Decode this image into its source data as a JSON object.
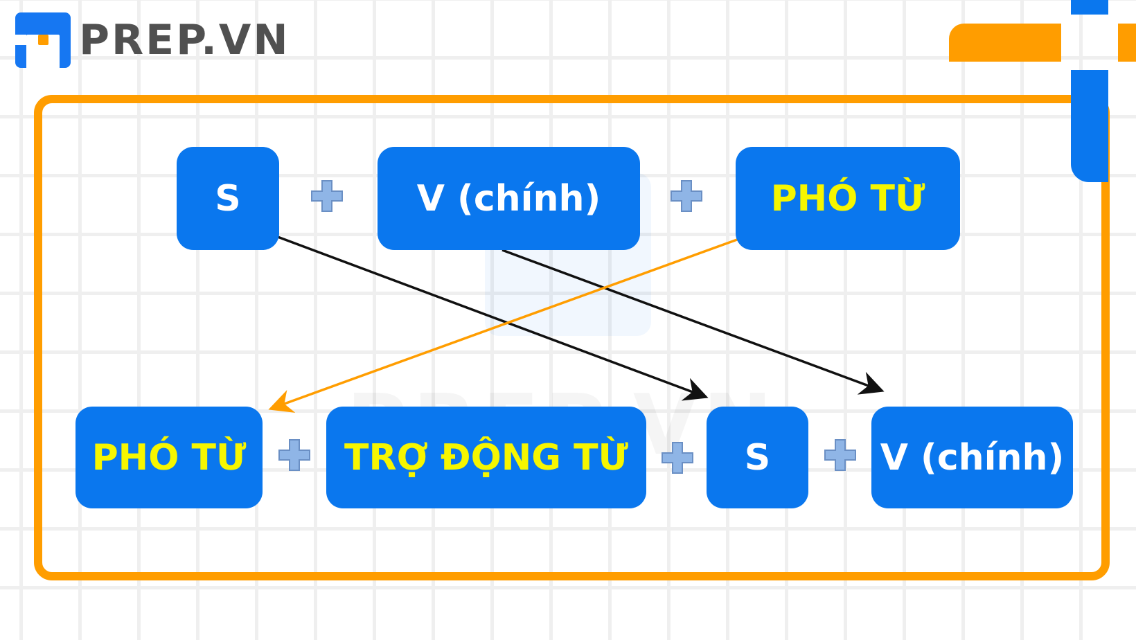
{
  "logo": {
    "text": "PREP.VN"
  },
  "watermark": {
    "text": "PREP.VN"
  },
  "colors": {
    "blue": "#0a77ee",
    "orange": "#ff9d00",
    "yellow": "#f6f600"
  },
  "row1": [
    {
      "label": "S",
      "color": "white"
    },
    {
      "label": "V (chính)",
      "color": "white"
    },
    {
      "label": "PHÓ TỪ",
      "color": "yellow"
    }
  ],
  "row2": [
    {
      "label": "PHÓ TỪ",
      "color": "yellow"
    },
    {
      "label": "TRỢ ĐỘNG TỪ",
      "color": "yellow"
    },
    {
      "label": "S",
      "color": "white"
    },
    {
      "label": "V (chính)",
      "color": "white"
    }
  ],
  "icons": {
    "plus": "plus-icon",
    "arrow": "arrow-icon"
  }
}
